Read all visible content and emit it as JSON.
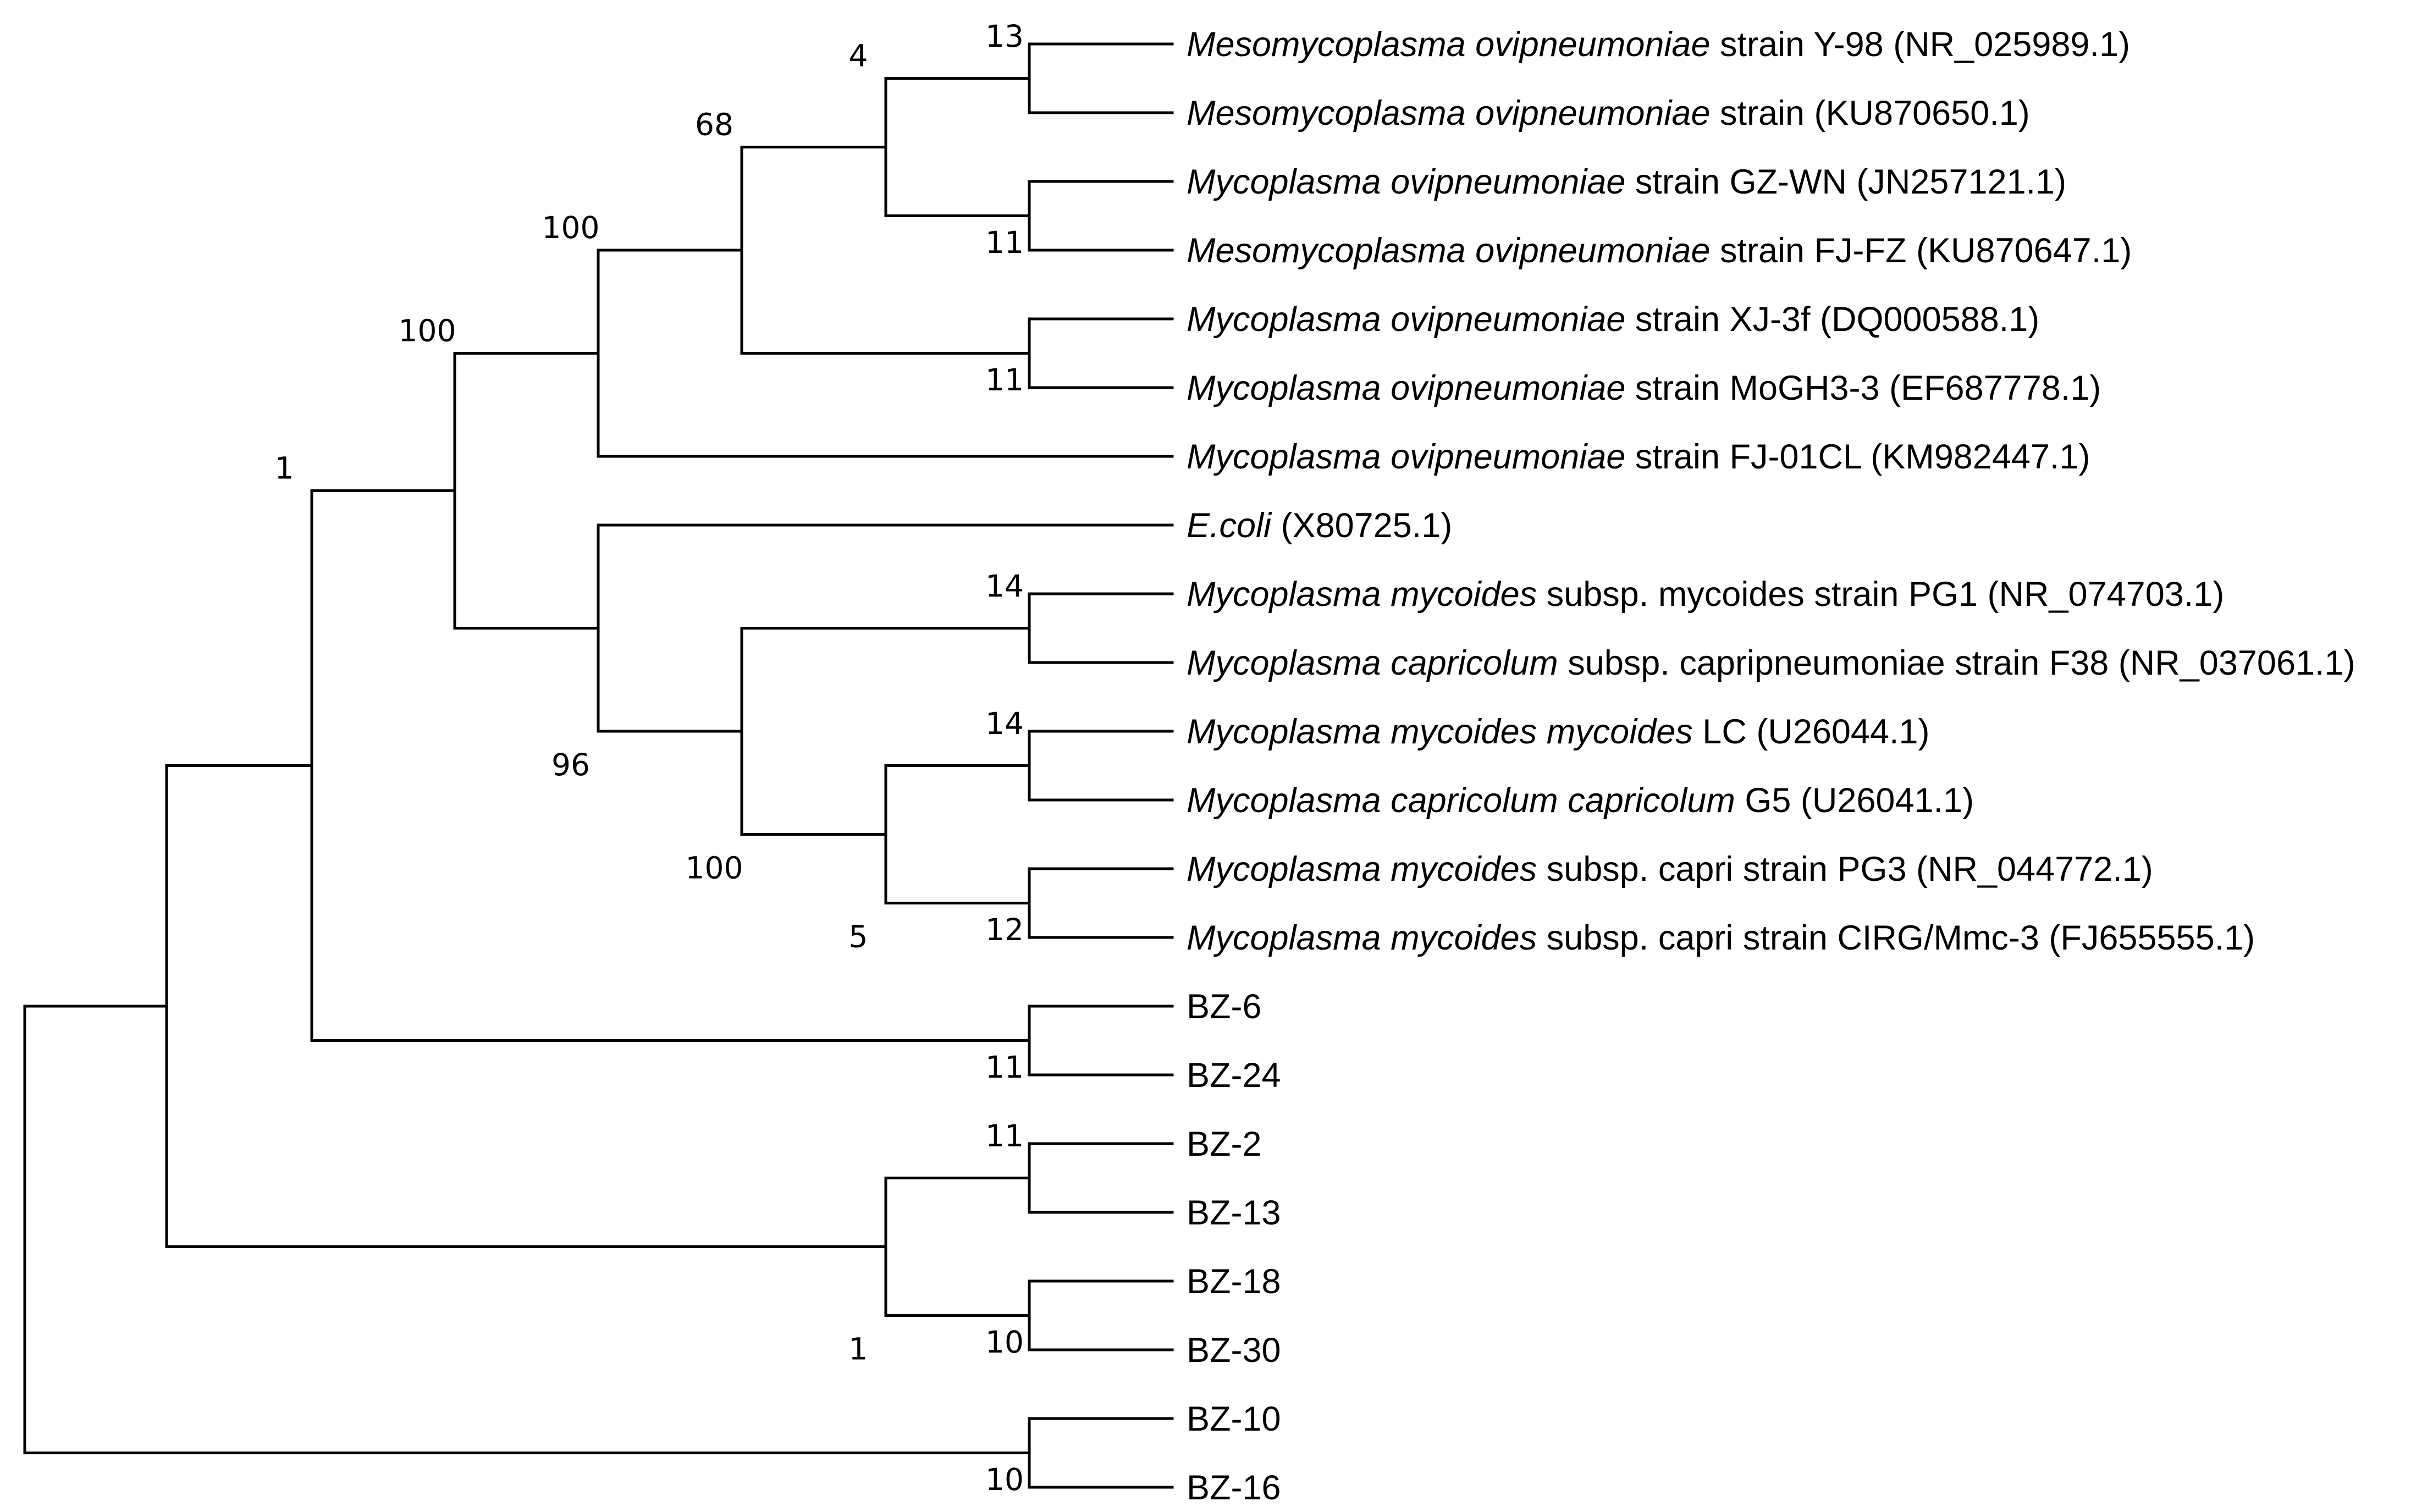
{
  "tree": {
    "leaves": [
      {
        "id": "L1",
        "italic": "Mesomycoplasma ovipneumoniae",
        "rest": " strain Y-98 (NR_025989.1)"
      },
      {
        "id": "L2",
        "italic": "Mesomycoplasma ovipneumoniae",
        "rest": " strain (KU870650.1)"
      },
      {
        "id": "L3",
        "italic": "Mycoplasma ovipneumoniae",
        "rest": " strain GZ-WN (JN257121.1)"
      },
      {
        "id": "L4",
        "italic": "Mesomycoplasma ovipneumoniae",
        "rest": " strain FJ-FZ (KU870647.1)"
      },
      {
        "id": "L5",
        "italic": "Mycoplasma ovipneumoniae",
        "rest": " strain XJ-3f (DQ000588.1)"
      },
      {
        "id": "L6",
        "italic": "Mycoplasma ovipneumoniae",
        "rest": " strain MoGH3-3 (EF687778.1)"
      },
      {
        "id": "L7",
        "italic": "Mycoplasma ovipneumoniae",
        "rest": " strain FJ-01CL (KM982447.1)"
      },
      {
        "id": "L8",
        "italic": "E.coli",
        "rest": " (X80725.1)"
      },
      {
        "id": "L9",
        "italic": "Mycoplasma mycoides",
        "rest": " subsp. mycoides strain PG1 (NR_074703.1)"
      },
      {
        "id": "L10",
        "italic": "Mycoplasma capricolum",
        "rest": " subsp. capripneumoniae strain F38 (NR_037061.1)"
      },
      {
        "id": "L11",
        "italic": "Mycoplasma mycoides mycoides",
        "rest": " LC (U26044.1)"
      },
      {
        "id": "L12",
        "italic": "Mycoplasma capricolum capricolum",
        "rest": " G5 (U26041.1)"
      },
      {
        "id": "L13",
        "italic": "Mycoplasma mycoides",
        "rest": " subsp. capri strain PG3 (NR_044772.1)"
      },
      {
        "id": "L14",
        "italic": "Mycoplasma mycoides",
        "rest": " subsp. capri strain CIRG/Mmc-3 (FJ655555.1)"
      },
      {
        "id": "L15",
        "italic": "",
        "rest": "BZ-6"
      },
      {
        "id": "L16",
        "italic": "",
        "rest": "BZ-24"
      },
      {
        "id": "L17",
        "italic": "",
        "rest": "BZ-2"
      },
      {
        "id": "L18",
        "italic": "",
        "rest": "BZ-13"
      },
      {
        "id": "L19",
        "italic": "",
        "rest": "BZ-18"
      },
      {
        "id": "L20",
        "italic": "",
        "rest": "BZ-30"
      },
      {
        "id": "L21",
        "italic": "",
        "rest": "BZ-10"
      },
      {
        "id": "L22",
        "italic": "",
        "rest": "BZ-16"
      }
    ],
    "nodes": [
      {
        "id": "N1",
        "depth": 7,
        "children": [
          "L1",
          "L2"
        ],
        "support": "13"
      },
      {
        "id": "N2",
        "depth": 7,
        "children": [
          "L3",
          "L4"
        ],
        "support": "11"
      },
      {
        "id": "N3",
        "depth": 6,
        "children": [
          "N1",
          "N2"
        ],
        "support": "4"
      },
      {
        "id": "N4",
        "depth": 7,
        "children": [
          "L5",
          "L6"
        ],
        "support": "11"
      },
      {
        "id": "N5",
        "depth": 5,
        "children": [
          "N3",
          "N4"
        ],
        "support": "68"
      },
      {
        "id": "N6",
        "depth": 4,
        "children": [
          "N5",
          "L7"
        ],
        "support": "100"
      },
      {
        "id": "N7",
        "depth": 7,
        "children": [
          "L9",
          "L10"
        ],
        "support": "14"
      },
      {
        "id": "N8",
        "depth": 7,
        "children": [
          "L11",
          "L12"
        ],
        "support": "14"
      },
      {
        "id": "N9",
        "depth": 7,
        "children": [
          "L13",
          "L14"
        ],
        "support": "12"
      },
      {
        "id": "N10",
        "depth": 6,
        "children": [
          "N8",
          "N9"
        ],
        "support": "5"
      },
      {
        "id": "N11",
        "depth": 5,
        "children": [
          "N7",
          "N10"
        ],
        "support": "100"
      },
      {
        "id": "N12",
        "depth": 4,
        "children": [
          "L8",
          "N11"
        ],
        "support": "96"
      },
      {
        "id": "N13",
        "depth": 3,
        "children": [
          "N6",
          "N12"
        ],
        "support": "100"
      },
      {
        "id": "N14",
        "depth": 7,
        "children": [
          "L15",
          "L16"
        ],
        "support": "11"
      },
      {
        "id": "N15",
        "depth": 2,
        "children": [
          "N13",
          "N14"
        ],
        "support": "1"
      },
      {
        "id": "N16",
        "depth": 7,
        "children": [
          "L17",
          "L18"
        ],
        "support": "11"
      },
      {
        "id": "N17",
        "depth": 7,
        "children": [
          "L19",
          "L20"
        ],
        "support": "10"
      },
      {
        "id": "N18",
        "depth": 6,
        "children": [
          "N16",
          "N17"
        ],
        "support": "1"
      },
      {
        "id": "N19",
        "depth": 1,
        "children": [
          "N15",
          "N18"
        ],
        "support": ""
      },
      {
        "id": "N20",
        "depth": 7,
        "children": [
          "L21",
          "L22"
        ],
        "support": "10"
      },
      {
        "id": "N21",
        "depth": 0,
        "children": [
          "N19",
          "N20"
        ],
        "support": ""
      }
    ],
    "root": "N21"
  }
}
